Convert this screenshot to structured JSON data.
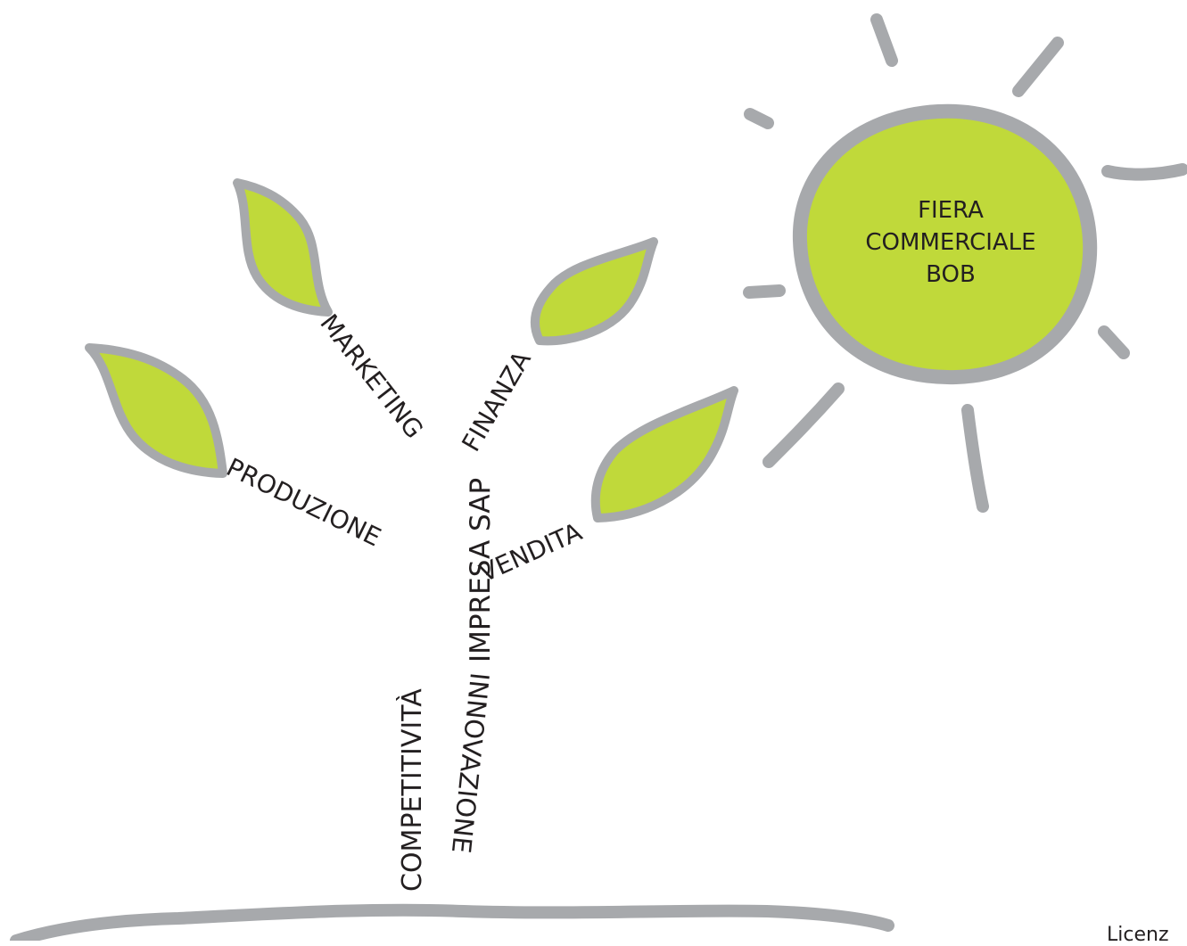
{
  "colors": {
    "leaf_fill": "#c0d93a",
    "outline_gray": "#a7a9ac",
    "text": "#231f20",
    "background": "#ffffff"
  },
  "sun": {
    "lines": [
      "FIERA",
      "COMMERCIALE",
      "BOB"
    ]
  },
  "tree": {
    "trunk": "IMPRESA SAP",
    "branches": {
      "marketing": "MARKETING",
      "finanza": "FINANZA",
      "produzione": "PRODUZIONE",
      "vendita": "VENDITA"
    },
    "roots": {
      "competitivita": "COMPETITIVITÀ",
      "innovazione": "INNOVAZIONE"
    }
  },
  "footer": {
    "license_text": "Licenz"
  }
}
